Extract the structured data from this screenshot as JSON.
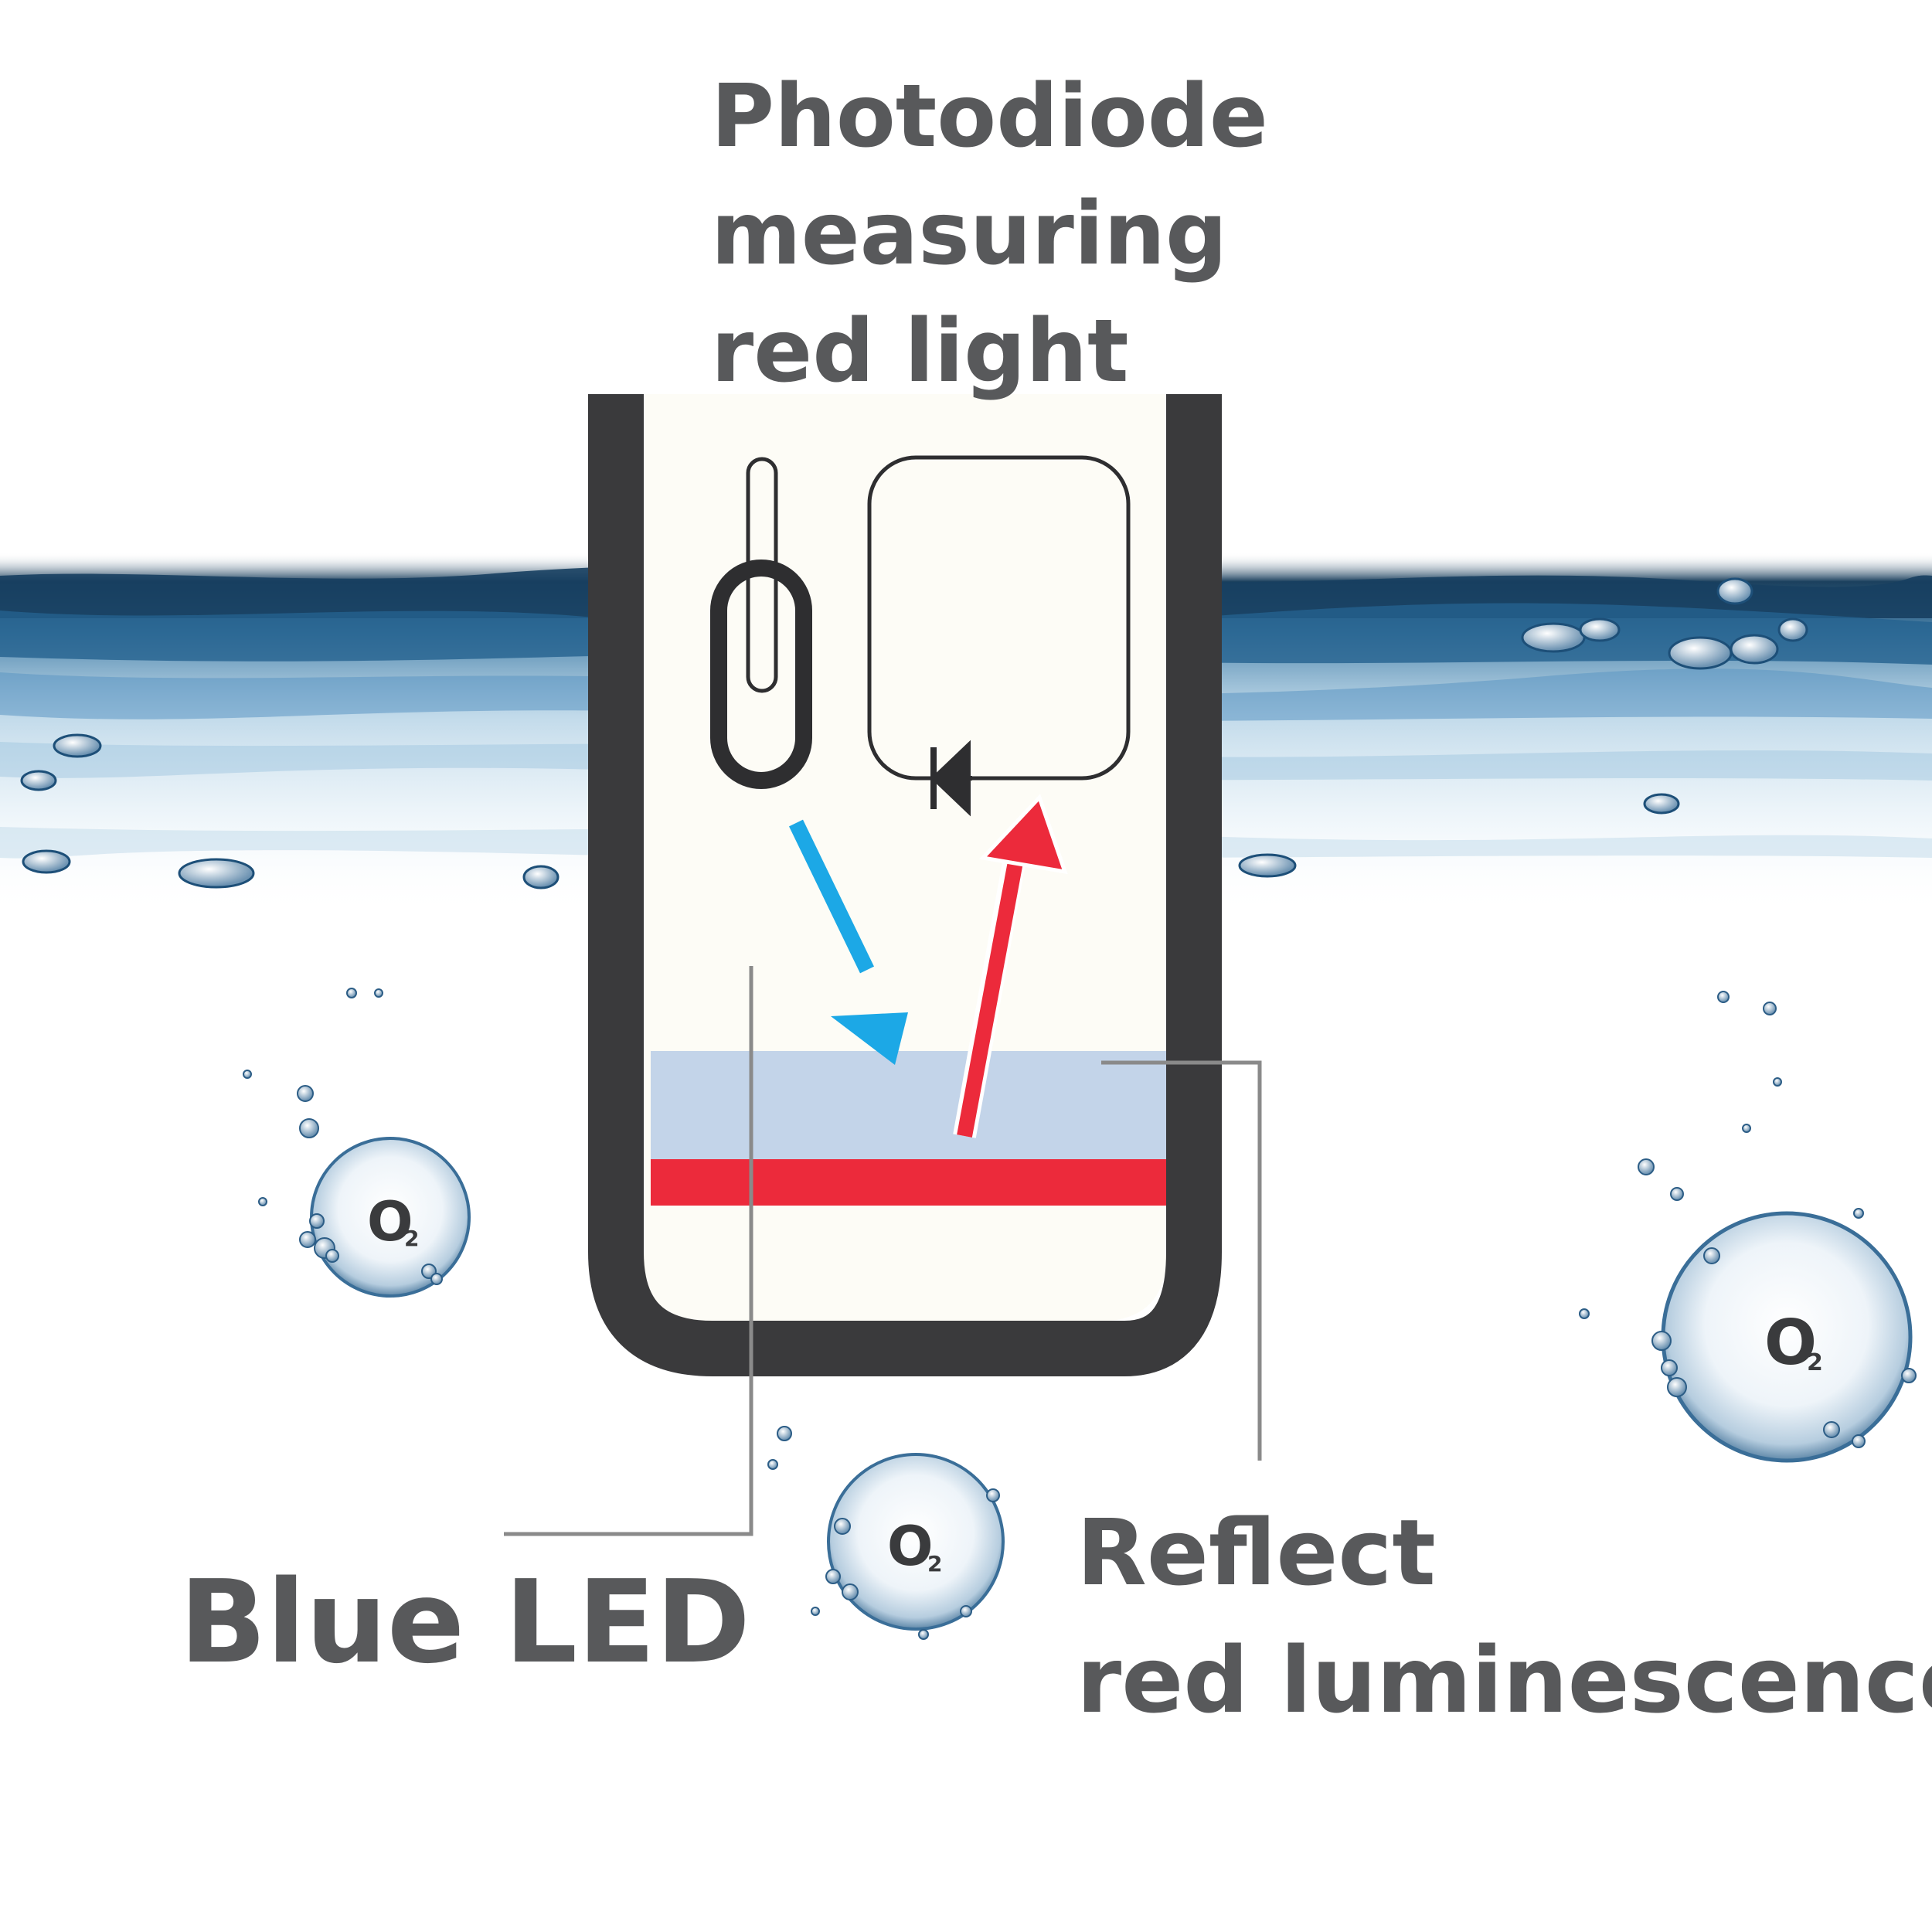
{
  "labels": {
    "photodiode": [
      "Photodiode",
      "measuring",
      "red light"
    ],
    "blue_led": "Blue LED",
    "reflect": [
      "Reflect",
      "red luminescence"
    ]
  },
  "bubbles": [
    {
      "main": "O",
      "sub": "2"
    },
    {
      "main": "O",
      "sub": "2"
    },
    {
      "main": "O",
      "sub": "2"
    }
  ],
  "colors": {
    "probe_body": "#3a3a3c",
    "probe_interior": "#fdfcf6",
    "sensor_layer": "#c3d4e9",
    "luminescent_stripe": "#ec2a3b",
    "blue_arrow": "#1ca8e6",
    "red_arrow": "#ec2a3b",
    "leader_lines": "#8a8a8a",
    "water": "#3b78a5",
    "text": "#58595b"
  }
}
